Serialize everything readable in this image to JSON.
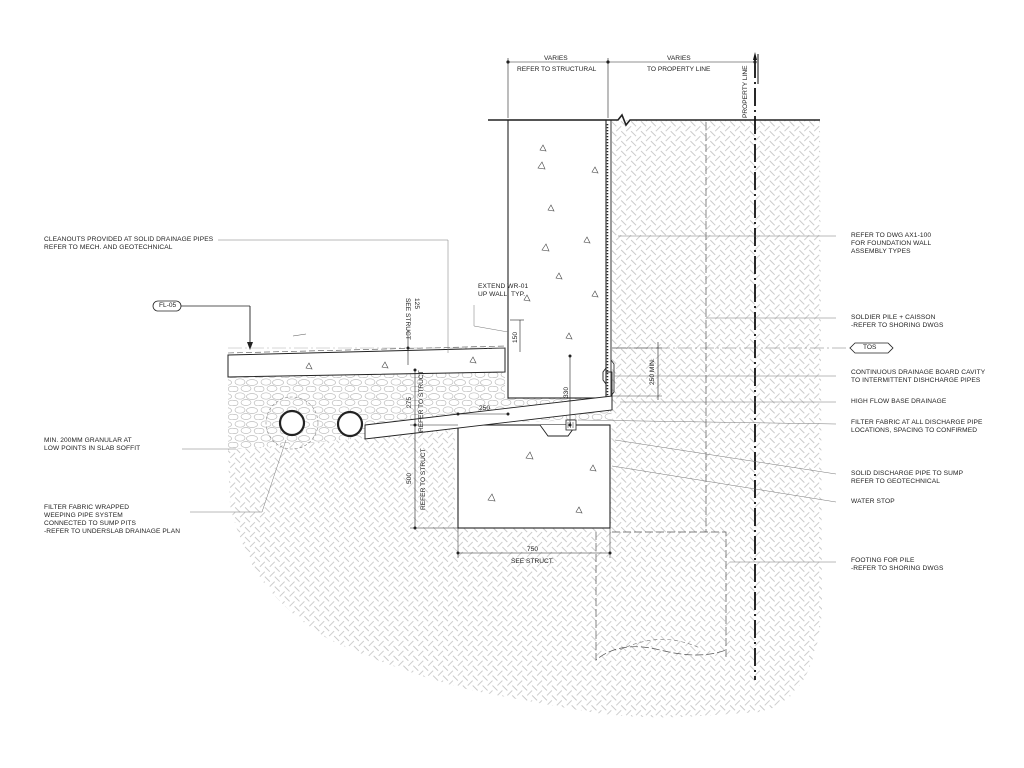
{
  "top_dims": {
    "left_varies": "VARIES",
    "left_note": "REFER TO STRUCTURAL",
    "right_varies": "VARIES",
    "right_note": "TO PROPERTY LINE"
  },
  "property_line": "PROPERTY LINE",
  "fl_tag": "FL-05",
  "tos_tag": "TOS",
  "left_notes": {
    "cleanouts": [
      "CLEANOUTS PROVIDED AT SOLID DRAINAGE PIPES",
      "REFER TO MECH. AND GEOTECHNICAL"
    ],
    "extend": [
      "EXTEND WR-01",
      "UP WALL, TYP."
    ],
    "granular": [
      "MIN. 200mm GRANULAR AT",
      "LOW POINTS  IN SLAB SOFFIT"
    ],
    "filter_wrapped": [
      "FILTER FABRIC WRAPPED",
      "WEEPING PIPE SYSTEM",
      "CONNECTED TO SUMP PITS",
      "-REFER TO UNDERSLAB DRAINAGE PLAN"
    ]
  },
  "right_notes": {
    "refer_dwg": [
      "REFER TO DWG Ax1-100",
      "FOR FOUNDATION WALL",
      "ASSEMBLY TYPES"
    ],
    "soldier_pile": [
      "SOLDIER PILE + CAISSON",
      "-REFER TO SHORING DWGS"
    ],
    "drainage_board": [
      "CONTINUOUS DRAINAGE BOARD CAVITY",
      "TO INTERMITTENT DISHCHARGE PIPES"
    ],
    "high_flow": [
      "HIGH FLOW BASE DRAINAGE"
    ],
    "filter_fabric": [
      "FILTER FABRIC AT ALL DISCHARGE PIPE",
      "LOCATIONS, SPACING TO CONFIRMED"
    ],
    "solid_discharge": [
      "SOLID DISCHARGE PIPE TO SUMP",
      "REFER TO GEOTECHNICAL"
    ],
    "water_stop": [
      "WATER STOP"
    ],
    "footing_pile": [
      "FOOTING FOR PILE",
      "-REFER TO SHORING DWGS"
    ]
  },
  "dims": {
    "d125": "125",
    "see_struct_v": "SEE STRUCT",
    "d150": "150",
    "d275": "275",
    "refer_to_struct_1": "REFER TO STRUCT",
    "d250": "250",
    "d330": "330",
    "d250min": "250 MIN.",
    "d500": "500",
    "refer_to_struct_2": "REFER TO STRUCT",
    "d750": "750",
    "see_struct_h": "SEE STRUCT."
  }
}
